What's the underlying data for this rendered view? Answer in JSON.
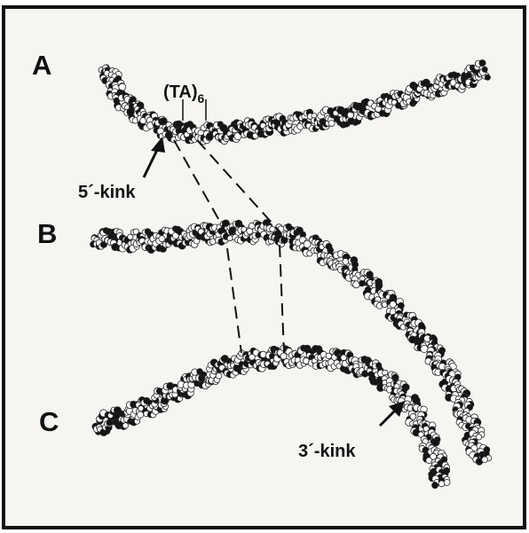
{
  "panels": [
    {
      "id": "A",
      "label": "A"
    },
    {
      "id": "B",
      "label": "B"
    },
    {
      "id": "C",
      "label": "C"
    }
  ],
  "annotations": {
    "ta_label": "(TA)",
    "ta_subscript": "6",
    "kink5_label": "5´-kink",
    "kink3_label": "3´-kink"
  },
  "colors": {
    "frame": "#111111",
    "background": "#f6f5f2",
    "atom_light": "#ffffff",
    "atom_dark": "#141414",
    "atom_outline": "#222222"
  }
}
